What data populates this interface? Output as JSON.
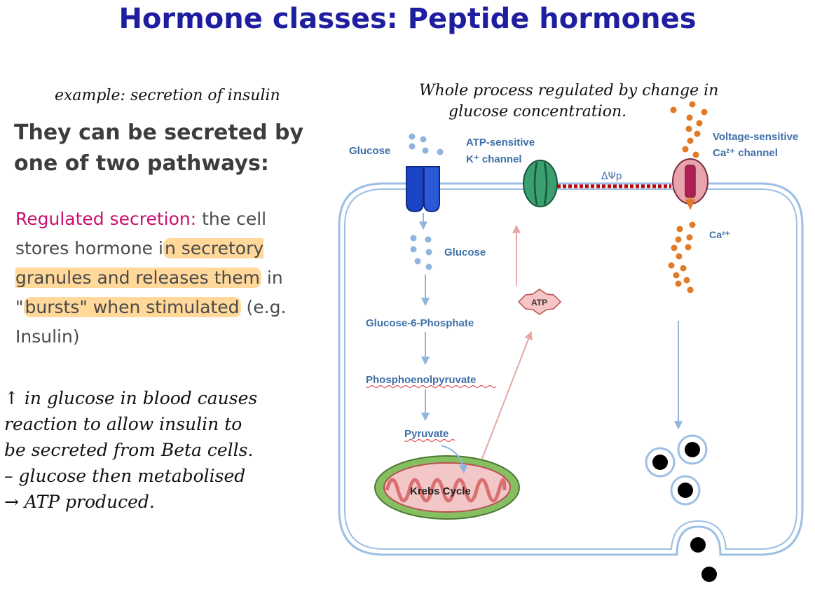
{
  "title": "Hormone classes: Peptide hormones",
  "left": {
    "example_note": "example: secretion of insulin",
    "lead_line1": "They can be secreted by",
    "lead_line2": "one of two pathways:",
    "regulated_label": "Regulated secretion:",
    "seg1": " the cell stores hormone i",
    "seg2": "n secretory granules and releases them",
    "seg3": " in \"",
    "seg4": "bursts\" when stimulated",
    "seg5": " (e.g. Insulin)",
    "note_lines": [
      "↑ in glucose in blood causes",
      "reaction to allow insulin to",
      "be secreted from Beta cells.",
      "– glucose then metabolised",
      "→ ATP produced."
    ]
  },
  "diagram": {
    "handwritten_note_line1": "Whole process regulated by change in",
    "handwritten_note_line2": "glucose concentration.",
    "glucose_label": "Glucose",
    "glucose_label_inside": "Glucose",
    "atp_channel_line1": "ATP-sensitive",
    "atp_channel_line2": "K⁺ channel",
    "ca_channel_line1": "Voltage-sensitive",
    "ca_channel_line2": "Ca²⁺ channel",
    "membrane_potential": "ΔΨp",
    "ca_label": "Ca²⁺",
    "atp_label": "ATP",
    "g6p_label": "Glucose-6-Phosphate",
    "pep_label": "Phosphoenolpyruvate",
    "pyruvate_label": "Pyruvate",
    "krebs_label": "Krebs Cycle"
  },
  "colors": {
    "title": "#1f1ea0",
    "magenta": "#c8106e",
    "highlight": "#ffd89a",
    "diagram_text": "#3f6fa8",
    "membrane": "#9dbfe6",
    "glucose_dot": "#8fb4de",
    "calcium_dot": "#e07a26"
  }
}
